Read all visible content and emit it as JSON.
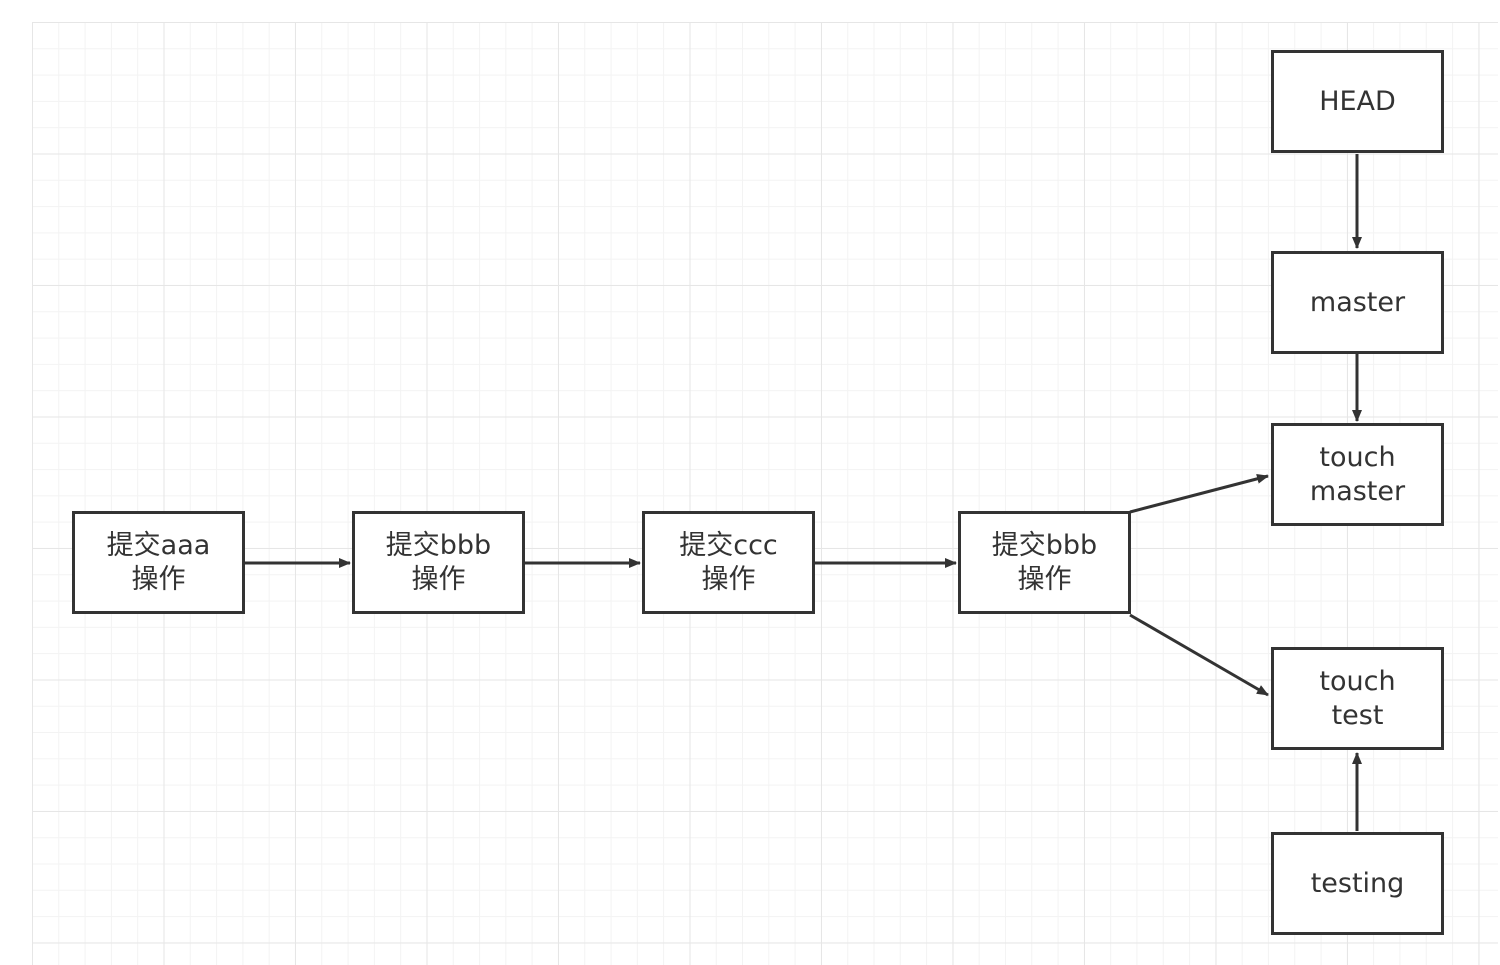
{
  "diagram": {
    "nodes": [
      {
        "id": "commit-aaa",
        "label": "提交aaa\n操作"
      },
      {
        "id": "commit-bbb-1",
        "label": "提交bbb\n操作"
      },
      {
        "id": "commit-ccc",
        "label": "提交ccc\n操作"
      },
      {
        "id": "commit-bbb-2",
        "label": "提交bbb\n操作"
      },
      {
        "id": "touch-master",
        "label": "touch\nmaster"
      },
      {
        "id": "touch-test",
        "label": "touch\ntest"
      },
      {
        "id": "head",
        "label": "HEAD"
      },
      {
        "id": "master",
        "label": "master"
      },
      {
        "id": "testing",
        "label": "testing"
      }
    ],
    "edges": [
      {
        "from": "commit-aaa",
        "to": "commit-bbb-1"
      },
      {
        "from": "commit-bbb-1",
        "to": "commit-ccc"
      },
      {
        "from": "commit-ccc",
        "to": "commit-bbb-2"
      },
      {
        "from": "commit-bbb-2",
        "to": "touch-master"
      },
      {
        "from": "commit-bbb-2",
        "to": "touch-test"
      },
      {
        "from": "head",
        "to": "master"
      },
      {
        "from": "master",
        "to": "touch-master"
      },
      {
        "from": "testing",
        "to": "touch-test"
      }
    ],
    "colors": {
      "stroke": "#333333",
      "text": "#333333",
      "fill": "#ffffff"
    }
  }
}
